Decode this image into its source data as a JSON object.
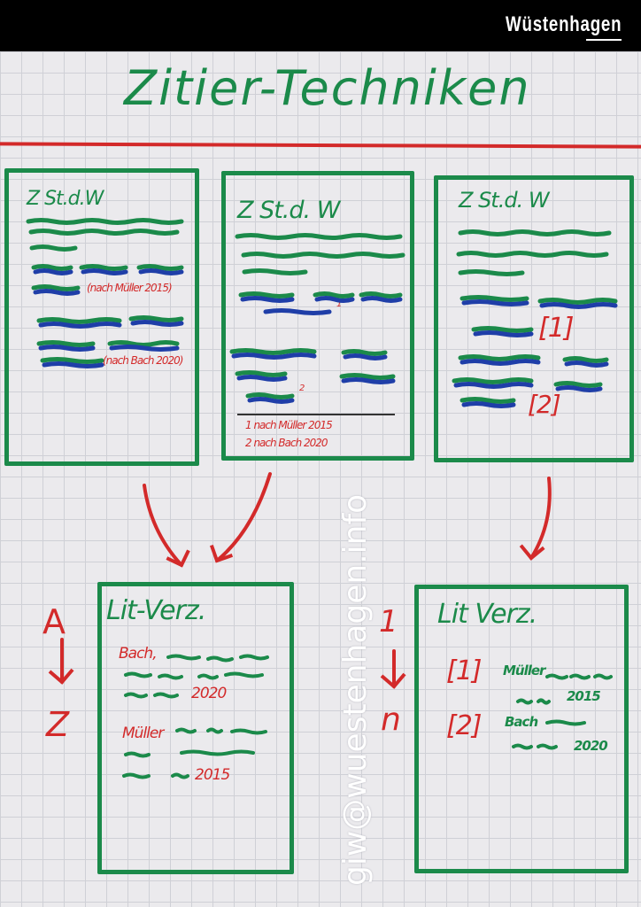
{
  "logo": "Wüstenhagen",
  "title": "Zitier-Techniken",
  "panels": [
    {
      "heading": "Z St.d.W",
      "cite1": "(nach Müller 2015)",
      "cite2": "(nach Bach 2020)"
    },
    {
      "heading": "Z St.d. W",
      "sup1": "1",
      "sup2": "2",
      "footnote1": "1 nach Müller 2015",
      "footnote2": "2 nach Bach 2020"
    },
    {
      "heading": "Z St.d. W",
      "ref1": "[1]",
      "ref2": "[2]"
    }
  ],
  "lit_left": {
    "start": "A",
    "end": "Z",
    "heading": "Lit-Verz.",
    "entry1_author": "Bach,",
    "entry1_year": "2020",
    "entry2_author": "Müller",
    "entry2_year": "2015"
  },
  "lit_right": {
    "start": "1",
    "end": "n",
    "heading": "Lit Verz.",
    "entry1_ref": "[1]",
    "entry1_author": "Müller",
    "entry1_year": "2015",
    "entry2_ref": "[2]",
    "entry2_author": "Bach",
    "entry2_year": "2020"
  },
  "watermark": "giw@wuestenhagen.info",
  "colors": {
    "green": "#1b8a4a",
    "blue": "#1f3ea8",
    "red": "#d32a2a"
  }
}
